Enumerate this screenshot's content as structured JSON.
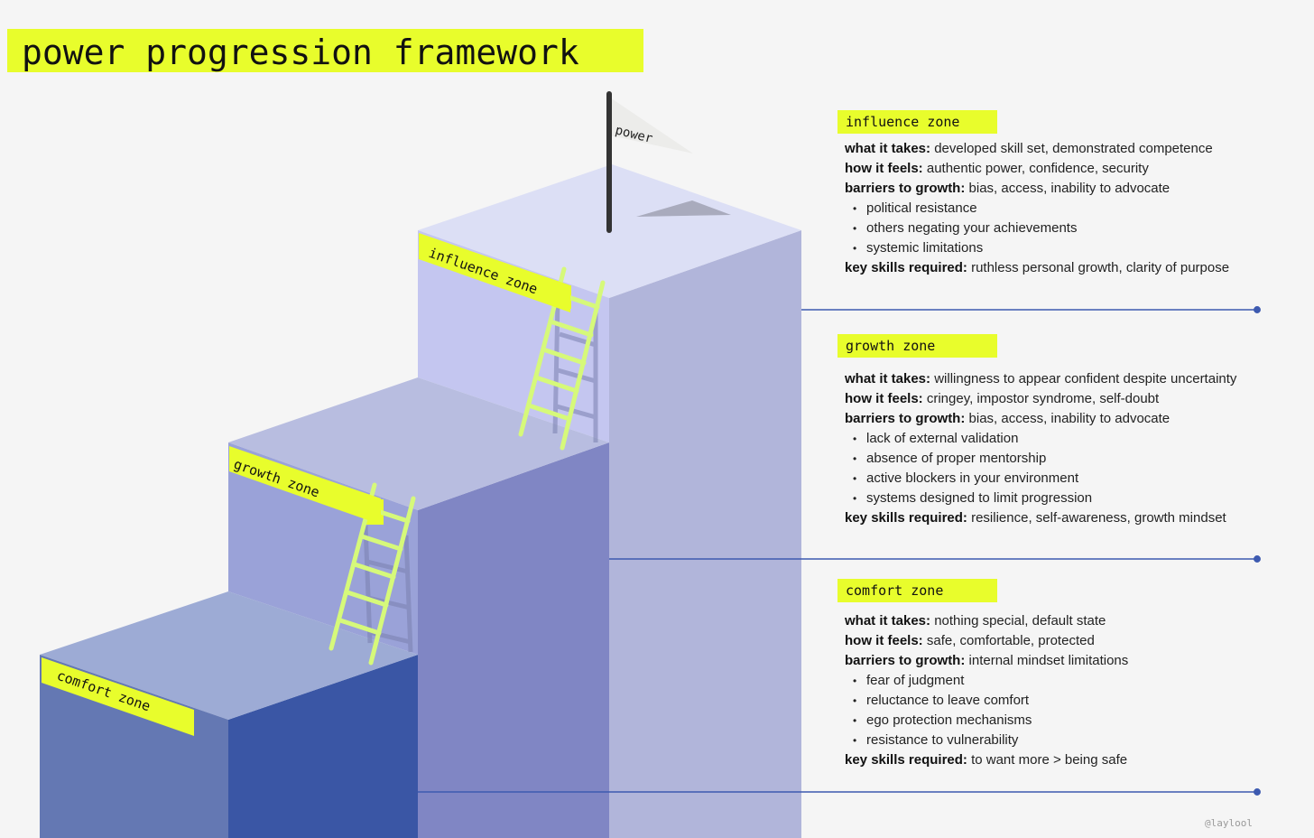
{
  "title": "power progression framework",
  "flag_label": "power",
  "stair_labels": {
    "influence": "influence zone",
    "growth": "growth zone",
    "comfort": "comfort zone"
  },
  "zones": [
    {
      "tag": "influence zone",
      "what_label": "what it takes:",
      "what": "developed skill set, demonstrated competence",
      "feels_label": "how it feels:",
      "feels": "authentic power, confidence, security",
      "barriers_label": "barriers to growth:",
      "barriers": "bias, access, inability to advocate",
      "bullets": [
        "political resistance",
        "others negating your achievements",
        "systemic limitations"
      ],
      "skills_label": "key skills required:",
      "skills": "ruthless personal growth, clarity of purpose"
    },
    {
      "tag": "growth zone",
      "what_label": "what it takes:",
      "what": "willingness to appear confident despite uncertainty",
      "feels_label": "how it feels:",
      "feels": "cringey, impostor syndrome, self-doubt",
      "barriers_label": "barriers to growth:",
      "barriers": "bias, access, inability to advocate",
      "bullets": [
        "lack of external validation",
        "absence of proper mentorship",
        "active blockers in your environment",
        "systems designed to limit progression"
      ],
      "skills_label": "key skills required:",
      "skills": "resilience, self-awareness, growth mindset"
    },
    {
      "tag": "comfort zone",
      "what_label": "what it takes:",
      "what": "nothing special, default state",
      "feels_label": "how it feels:",
      "feels": "safe, comfortable, protected",
      "barriers_label": "barriers to growth:",
      "barriers": "internal mindset limitations",
      "bullets": [
        "fear of judgment",
        "reluctance to leave comfort",
        "ego protection mechanisms",
        "resistance to vulnerability"
      ],
      "skills_label": "key skills required:",
      "skills": "to want more > being safe"
    }
  ],
  "credit": "@laylool",
  "colors": {
    "highlight": "#e8fd2c",
    "ladder": "#d6f97a",
    "connector": "#3d5ab0",
    "background": "#f5f5f5"
  }
}
